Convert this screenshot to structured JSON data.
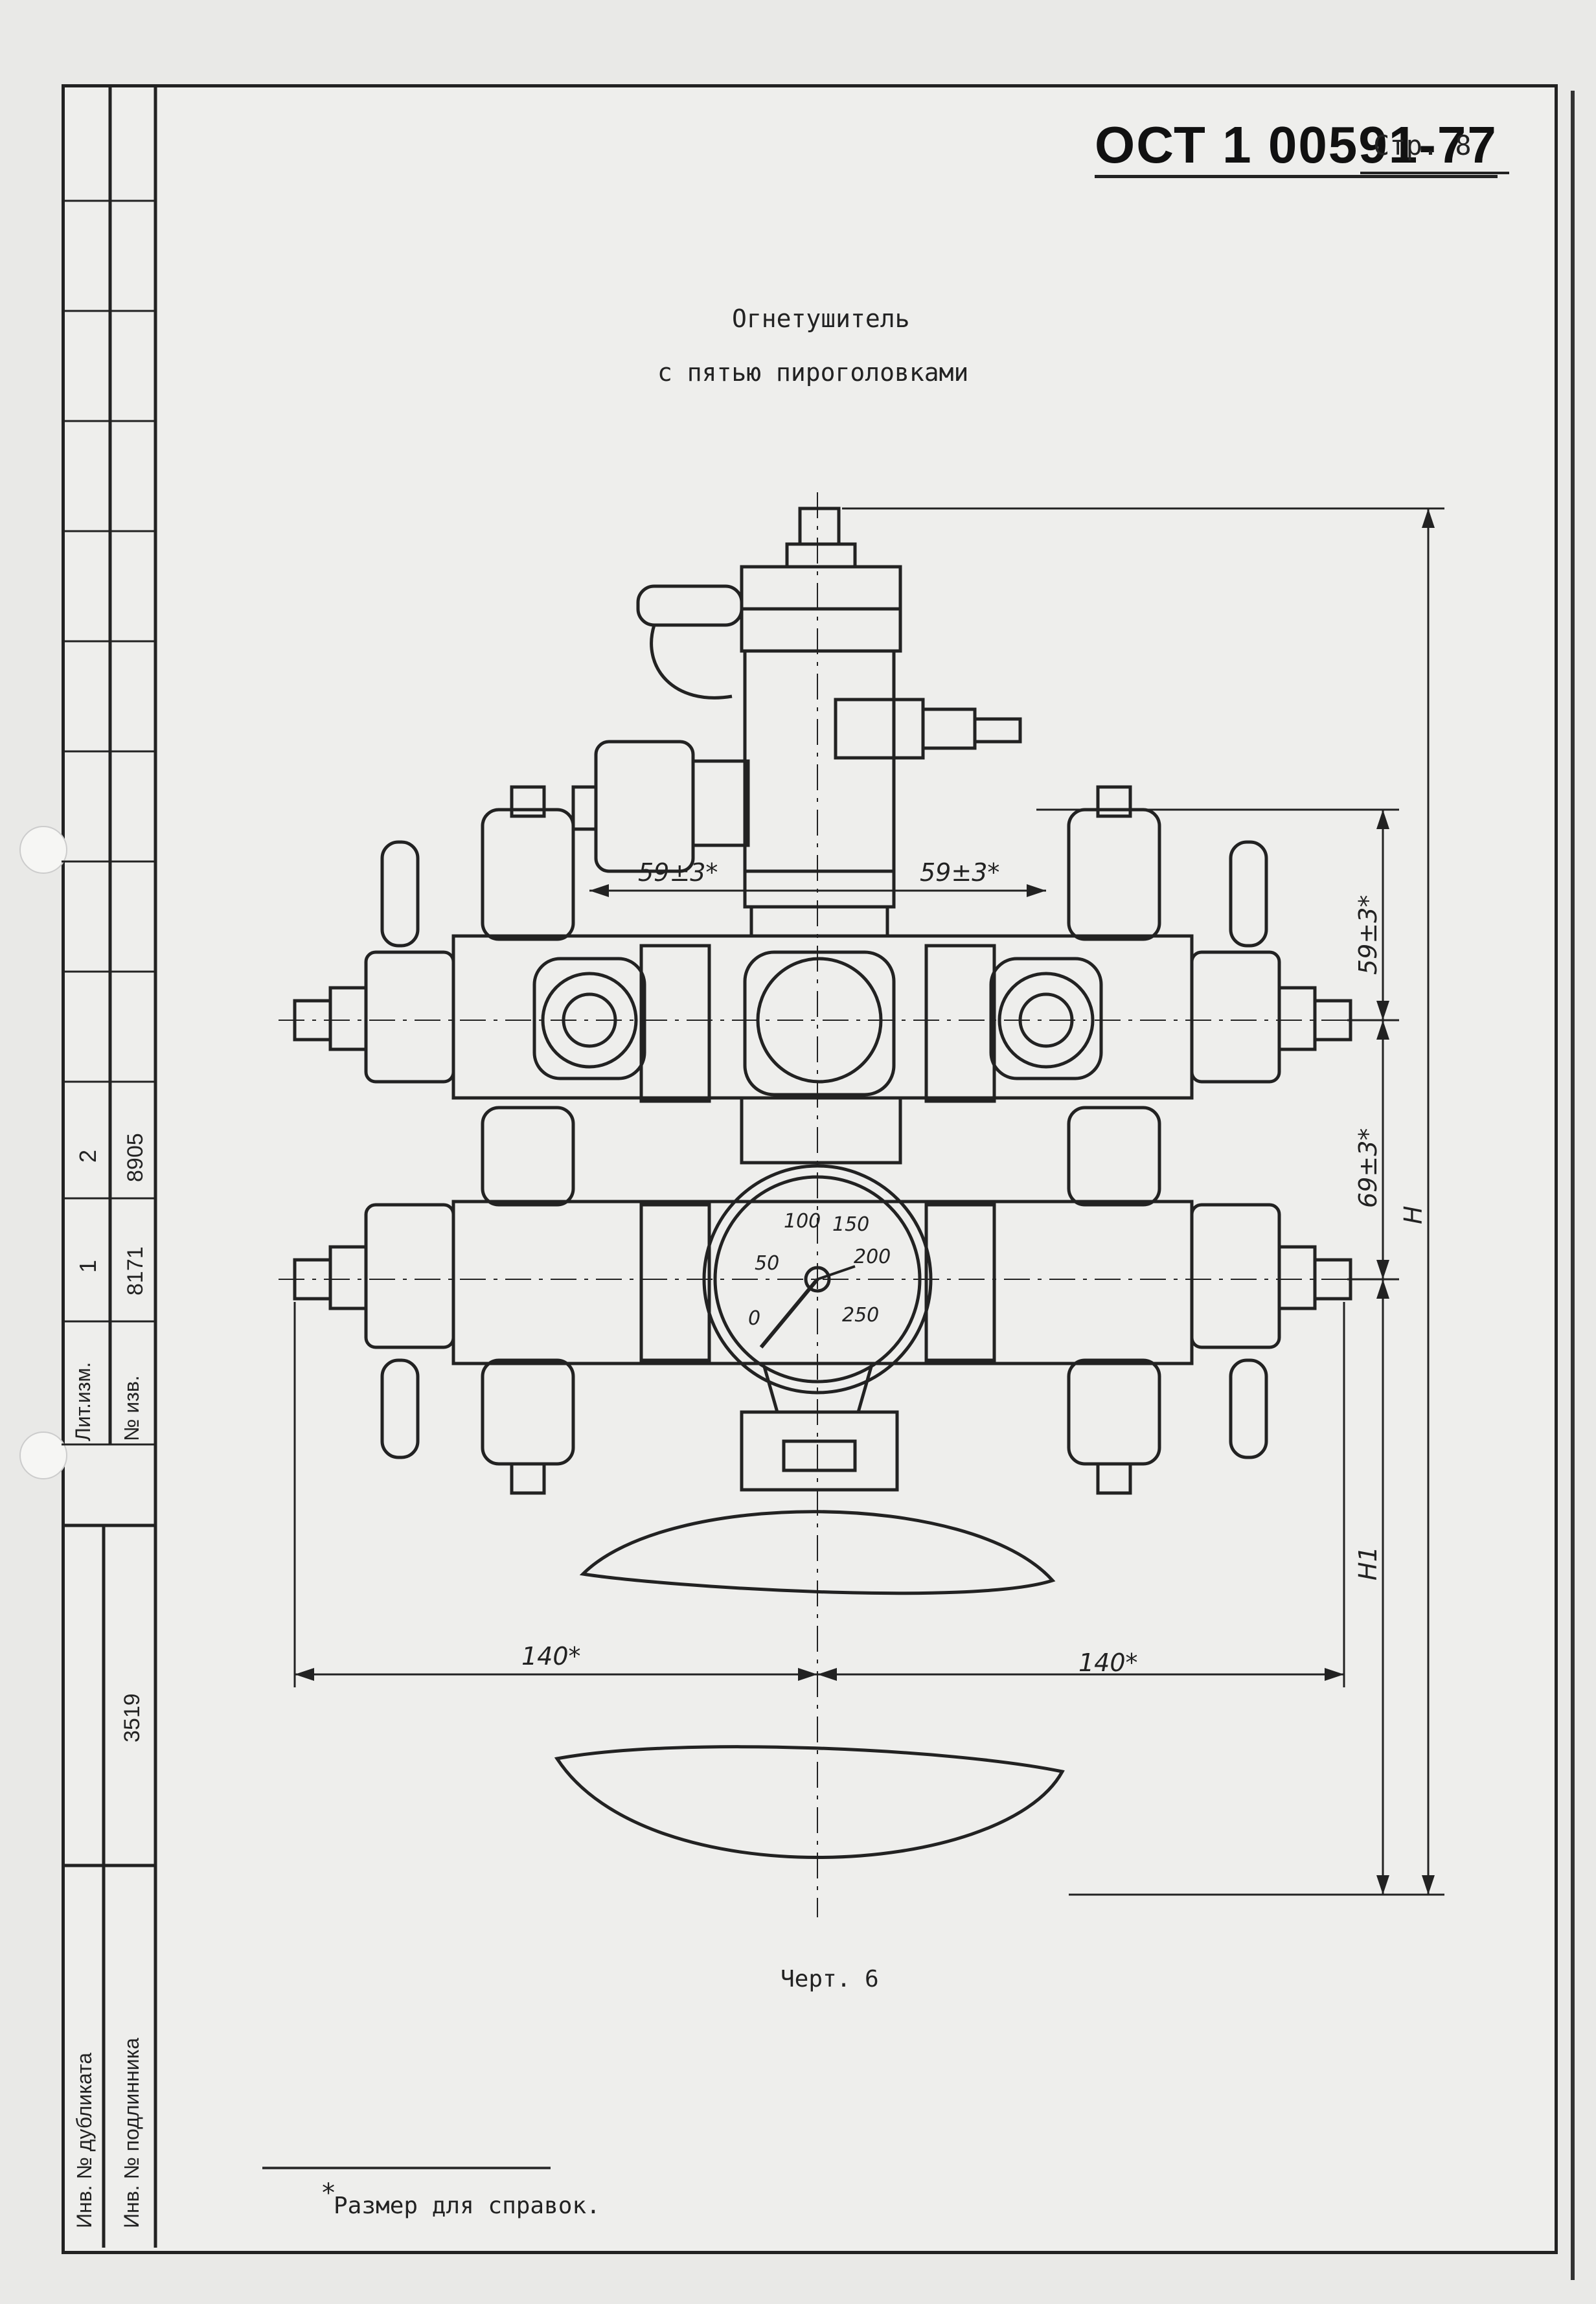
{
  "header": {
    "document_number": "ОСТ 1 00591-77",
    "page_label": "Стр. 8"
  },
  "title": {
    "line1": "Огнетушитель",
    "line2": "с пятью пироголовками"
  },
  "drawing": {
    "gauge_scale": [
      "0",
      "50",
      "100",
      "150",
      "200",
      "250"
    ],
    "dimensions": {
      "upper_left": "59±3*",
      "upper_right": "59±3*",
      "right_top": "59±3*",
      "right_middle": "69±3*",
      "height": "H",
      "height_lower": "H1",
      "bottom_left": "140*",
      "bottom_right": "140*"
    }
  },
  "caption": "Черт. 6",
  "footnote": {
    "star": "*",
    "text": "Размер для справок."
  },
  "revision_table": {
    "row_label_change": "Лит.изм.",
    "row_label_number": "№ изв.",
    "columns": [
      {
        "change": "1",
        "number": "8171"
      },
      {
        "change": "2",
        "number": "8905"
      }
    ]
  },
  "archive_table": {
    "duplicate_label": "Инв. № дубликата",
    "original_label": "Инв. № подлинника",
    "original_value": "3519"
  }
}
